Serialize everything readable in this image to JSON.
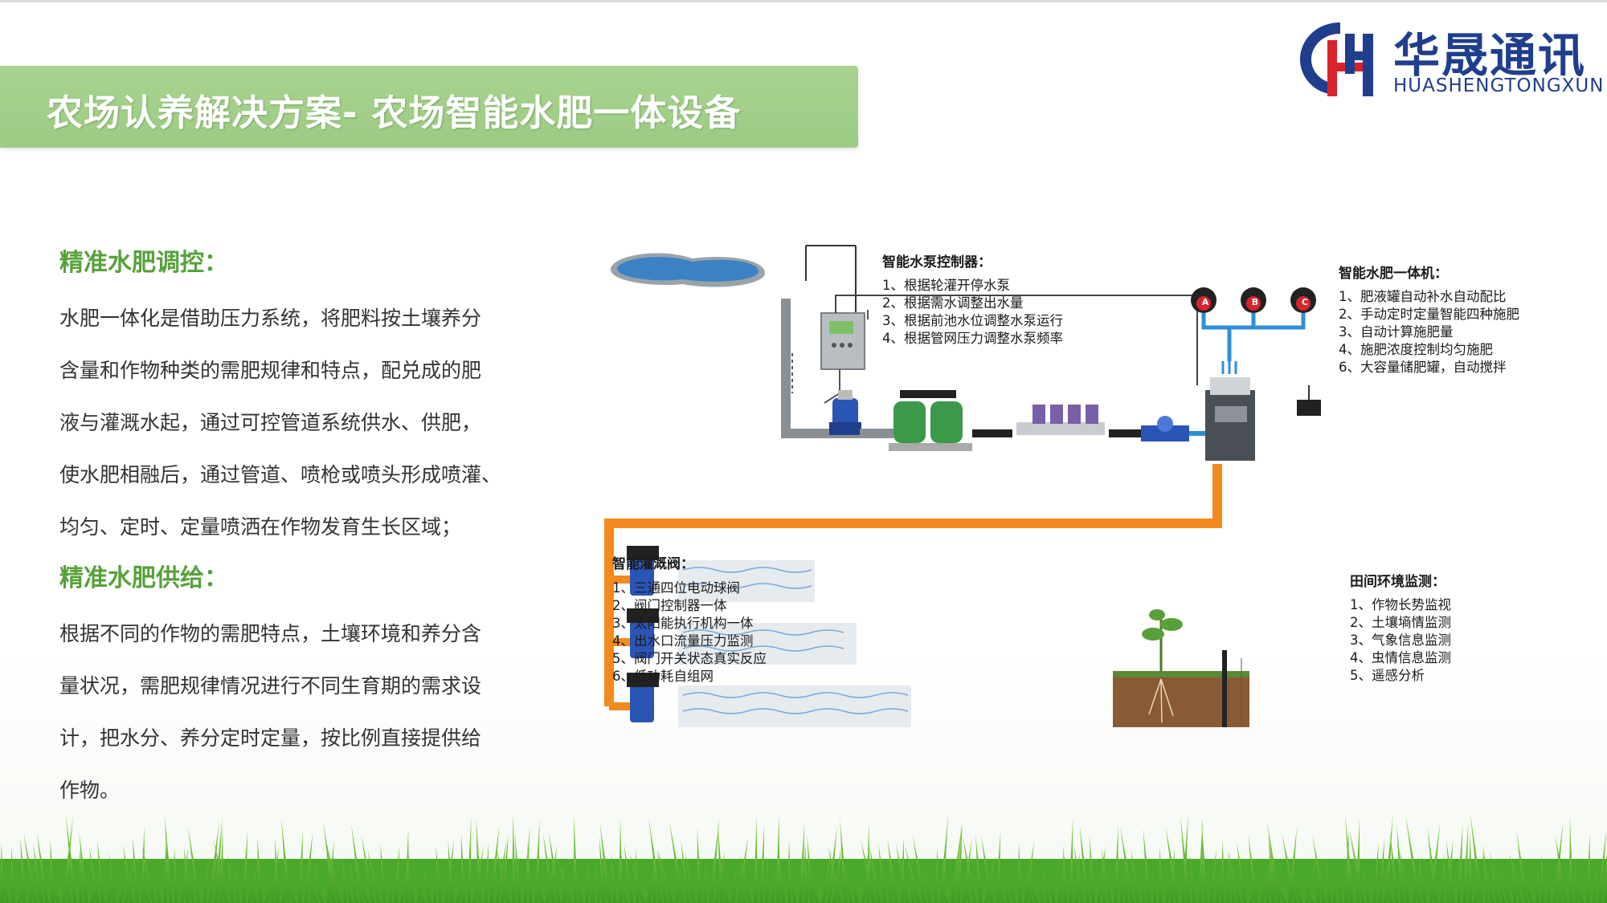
{
  "header": {
    "title": "农场认养解决方案- 农场智能水肥一体设备",
    "logo_cn": "华晟通讯",
    "logo_en": "HUASHENGTONGXUN"
  },
  "left": {
    "sections": [
      {
        "heading": "精准水肥调控：",
        "lines": [
          "水肥一体化是借助压力系统，将肥料按土壤养分",
          "含量和作物种类的需肥规律和特点，配兑成的肥",
          "液与灌溉水起，通过可控管道系统供水、供肥，",
          "使水肥相融后，通过管道、喷枪或喷头形成喷灌、",
          "均匀、定时、定量喷洒在作物发育生长区域；"
        ]
      },
      {
        "heading": "精准水肥供给：",
        "lines": [
          "根据不同的作物的需肥特点，土壤环境和养分含",
          "量状况，需肥规律情况进行不同生育期的需求设",
          "计，把水分、养分定时定量，按比例直接提供给",
          "作物。"
        ]
      }
    ]
  },
  "diagram": {
    "pump_controller": {
      "title": "智能水泵控制器：",
      "items": [
        "1、根据轮灌开停水泵",
        "2、根据需水调整出水量",
        "3、根据前池水位调整水泵运行",
        "4、根据管网压力调整水泵频率"
      ]
    },
    "fertigation": {
      "title": "智能水肥一体机：",
      "items": [
        "1、肥液罐自动补水自动配比",
        "2、手动定时定量智能四种施肥",
        "3、自动计算施肥量",
        "4、施肥浓度控制均匀施肥",
        "6、大容量储肥罐，自动搅拌"
      ],
      "tank_labels": [
        "A",
        "B",
        "C"
      ]
    },
    "valve": {
      "title": "智能灌溉阀：",
      "items": [
        "1、三通四位电动球阀",
        "2、阀门控制器一体",
        "3、太阳能执行机构一体",
        "4、出水口流量压力监测",
        "5、阀门开关状态真实反应",
        "6、低功耗自组网"
      ]
    },
    "field": {
      "title": "田间环境监测：",
      "items": [
        "1、作物长势监视",
        "2、土壤墒情监测",
        "3、气象信息监测",
        "4、虫情信息监测",
        "5、遥感分析"
      ]
    },
    "colors": {
      "pipe_gray": "#8a8f94",
      "pipe_orange": "#f28a1e",
      "pipe_blue": "#2e8fd6",
      "tank_red": "#d9232b",
      "pond": "#3b82c4",
      "filter_green": "#3a9a4a"
    }
  }
}
